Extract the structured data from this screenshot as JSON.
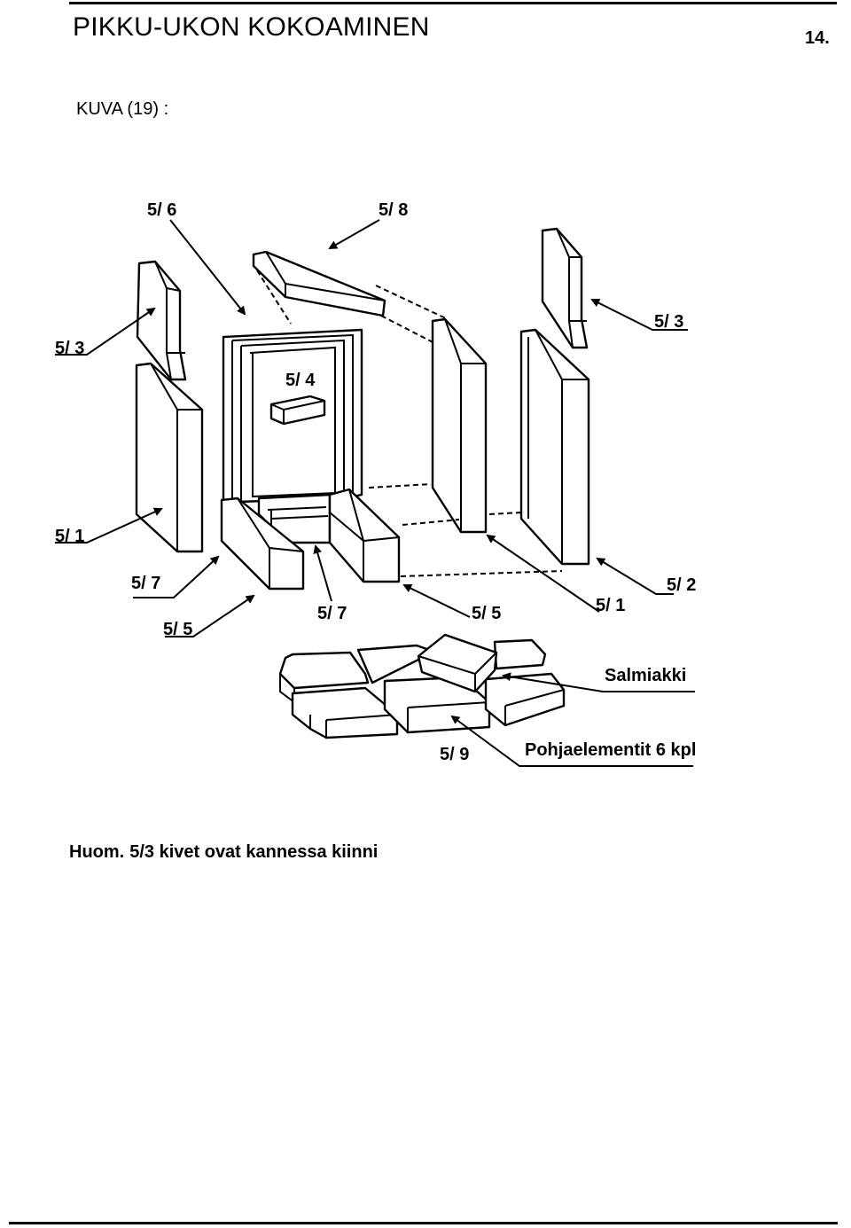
{
  "header": {
    "title": "PIKKU-UKON KOKOAMINEN",
    "page_number": "14."
  },
  "figure": {
    "caption_main": "KUVA (19)",
    "caption_suffix": ":",
    "labels": {
      "top_left_6": "5/ 6",
      "top_8": "5/ 8",
      "left_3": "5/ 3",
      "right_3": "5/ 3",
      "back_4": "5/ 4",
      "left_1": "5/ 1",
      "front_7_left": "5/ 7",
      "front_5_left": "5/ 5",
      "center_7": "5/ 7",
      "center_5": "5/ 5",
      "right_1": "5/ 1",
      "right_2": "5/ 2",
      "salmiakki": "Salmiakki",
      "floor_9": "5/ 9",
      "floor_elements": "Pohjaelementit 6 kpl"
    }
  },
  "note": {
    "label": "Huom.",
    "text": "5/3 kivet ovat kannessa kiinni"
  }
}
